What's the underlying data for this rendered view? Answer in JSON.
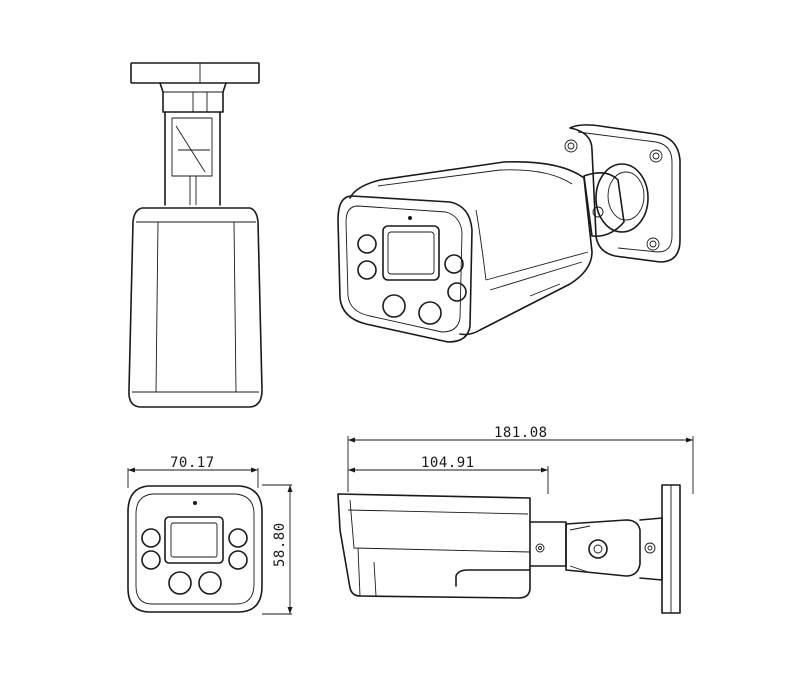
{
  "dimensions": {
    "total_length": "181.08",
    "body_length": "104.91",
    "front_width": "70.17",
    "front_height": "58.80"
  }
}
